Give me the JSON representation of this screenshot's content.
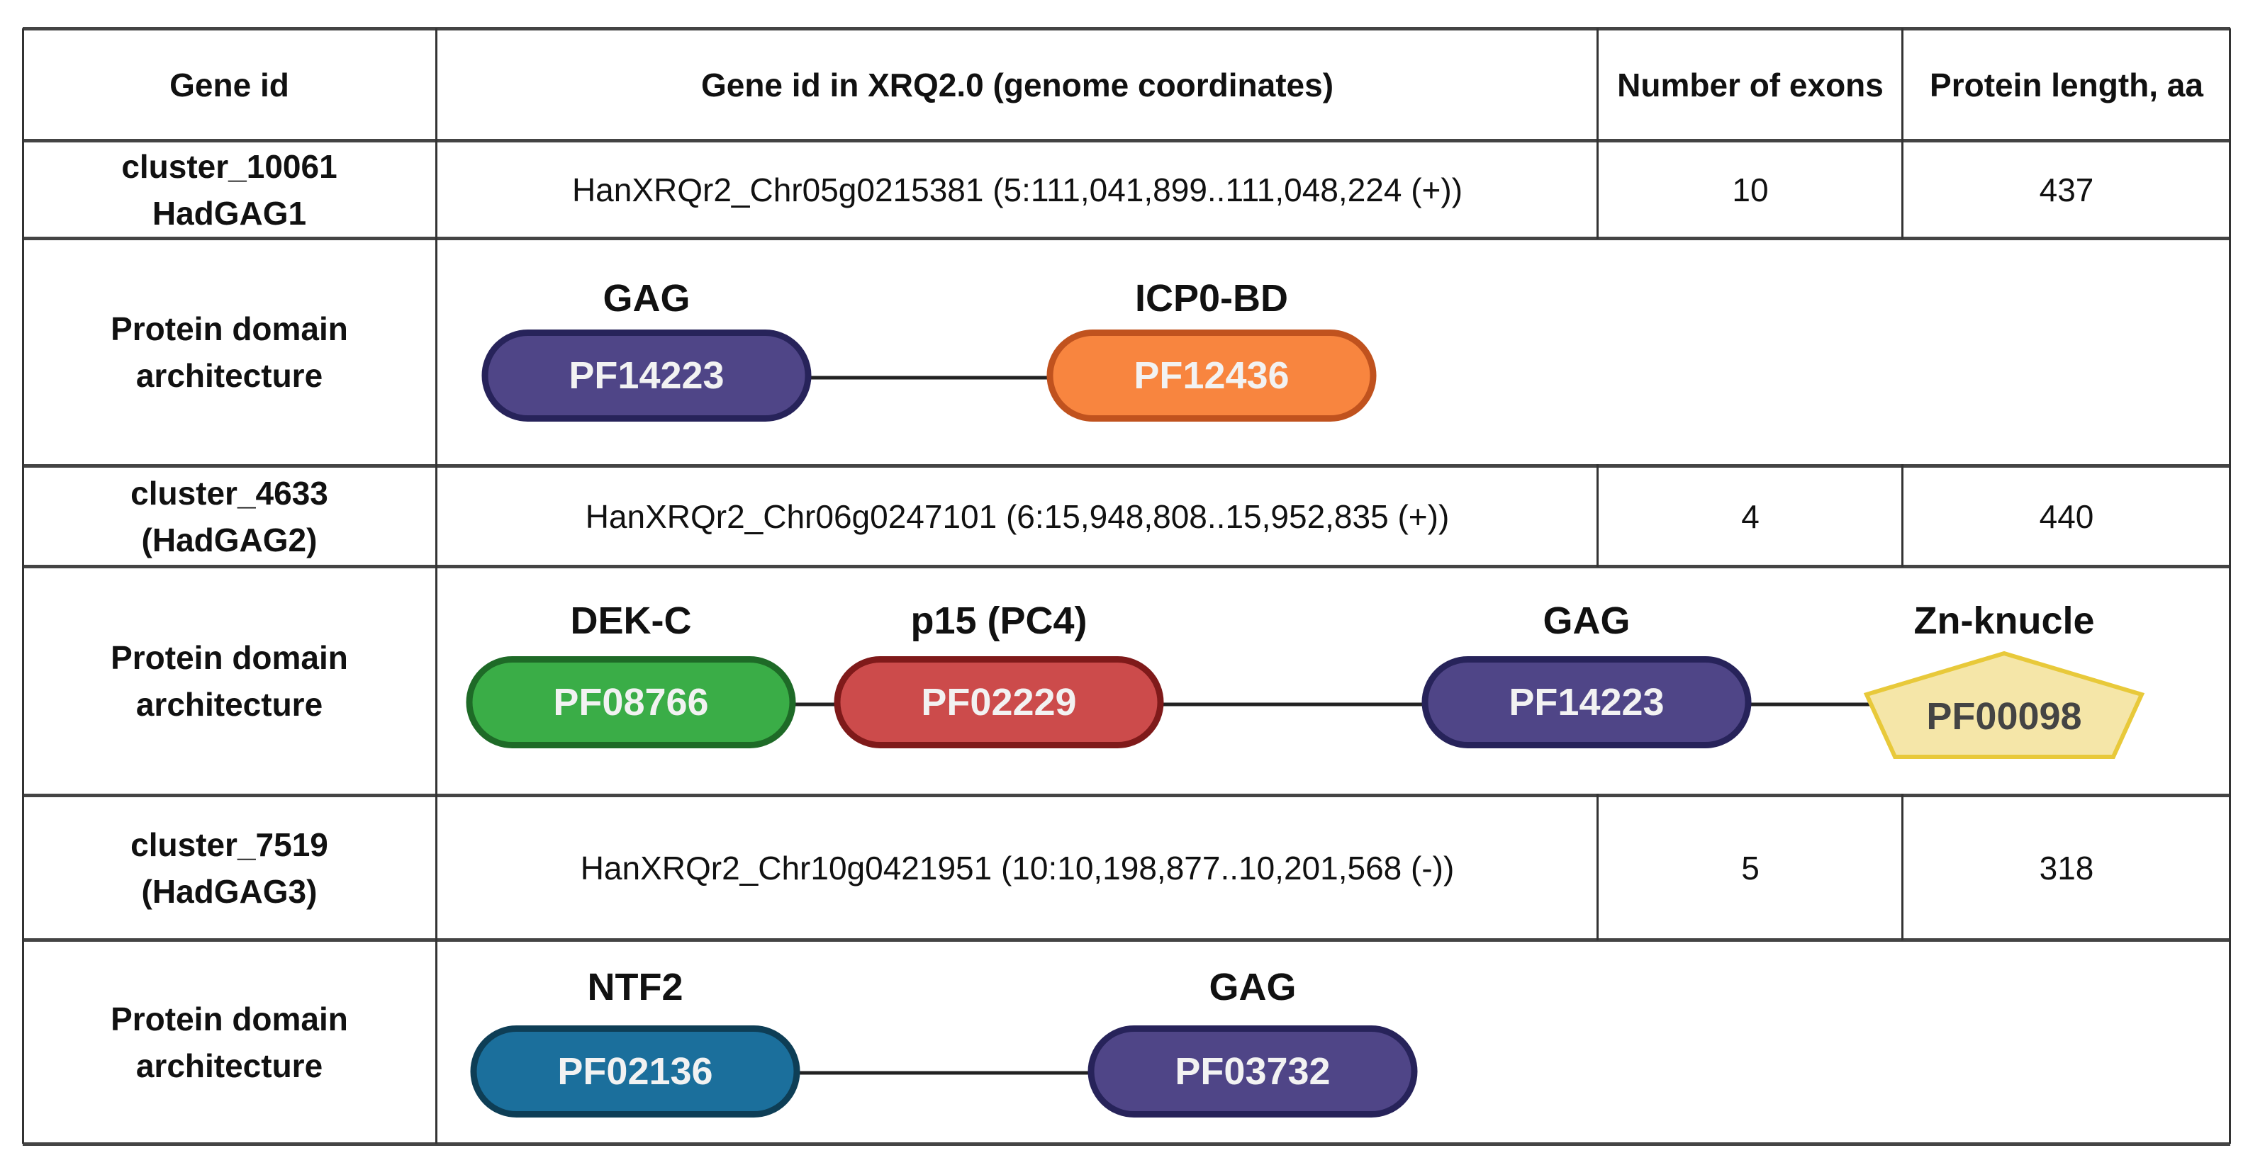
{
  "headers": [
    "Gene id",
    "Gene id in XRQ2.0 (genome coordinates)",
    "Number of exons",
    "Protein length, aa"
  ],
  "arch_label_1": "Protein domain",
  "arch_label_2": "architecture",
  "genes": [
    {
      "id_line1": "cluster_10061",
      "id_line2": "HadGAG1",
      "xrq": "HanXRQr2_Chr05g0215381 (5:111,041,899..111,048,224 (+))",
      "exons": "10",
      "length": "437",
      "domains": [
        {
          "name": "GAG",
          "pfam": "PF14223",
          "color": "#4f4587",
          "border": "#27235a",
          "shape": "pill"
        },
        {
          "name": "ICP0-BD",
          "pfam": "PF12436",
          "color": "#f8853f",
          "border": "#c0521e",
          "shape": "pill"
        }
      ]
    },
    {
      "id_line1": "cluster_4633",
      "id_line2": "(HadGAG2)",
      "xrq": "HanXRQr2_Chr06g0247101 (6:15,948,808..15,952,835 (+))",
      "exons": "4",
      "length": "440",
      "domains": [
        {
          "name": "DEK-C",
          "pfam": "PF08766",
          "color": "#3aad47",
          "border": "#1e6a27",
          "shape": "pill"
        },
        {
          "name": "p15 (PC4)",
          "pfam": "PF02229",
          "color": "#cc4b4b",
          "border": "#7f1a1a",
          "shape": "pill"
        },
        {
          "name": "GAG",
          "pfam": "PF14223",
          "color": "#4f4587",
          "border": "#27235a",
          "shape": "pill"
        },
        {
          "name": "Zn-knucle",
          "pfam": "PF00098",
          "color": "#f5e6a8",
          "border": "#e8c93a",
          "shape": "pentagon"
        }
      ]
    },
    {
      "id_line1": "cluster_7519",
      "id_line2": "(HadGAG3)",
      "xrq": "HanXRQr2_Chr10g0421951 (10:10,198,877..10,201,568 (-))",
      "exons": "5",
      "length": "318",
      "domains": [
        {
          "name": "NTF2",
          "pfam": "PF02136",
          "color": "#1b6f9c",
          "border": "#0e3e56",
          "shape": "pill"
        },
        {
          "name": "GAG",
          "pfam": "PF03732",
          "color": "#4f4587",
          "border": "#27235a",
          "shape": "pill"
        }
      ]
    }
  ]
}
